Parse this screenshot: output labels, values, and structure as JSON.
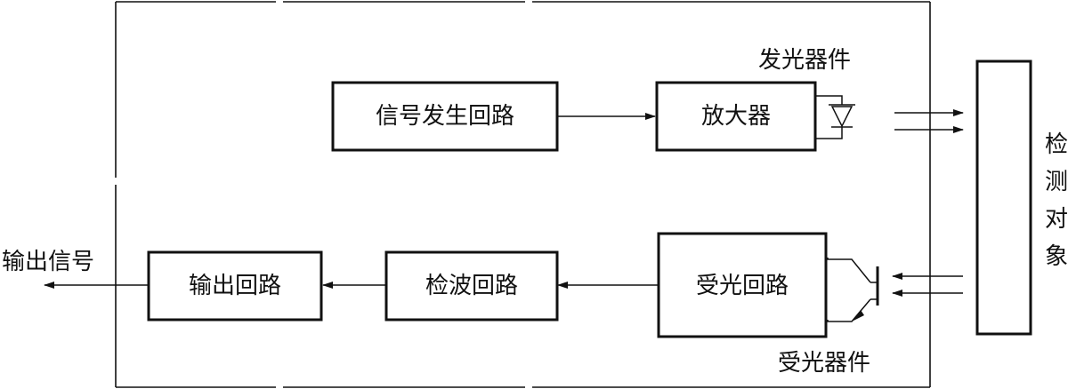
{
  "blocks": {
    "signal_generator": "信号发生回路",
    "amplifier": "放大器",
    "receiver": "受光回路",
    "detector": "检波回路",
    "output": "输出回路"
  },
  "labels": {
    "emitter": "发光器件",
    "photo_receiver": "受光器件",
    "output_signal": "输出信号",
    "target_chars": [
      "检",
      "测",
      "对",
      "象"
    ]
  }
}
